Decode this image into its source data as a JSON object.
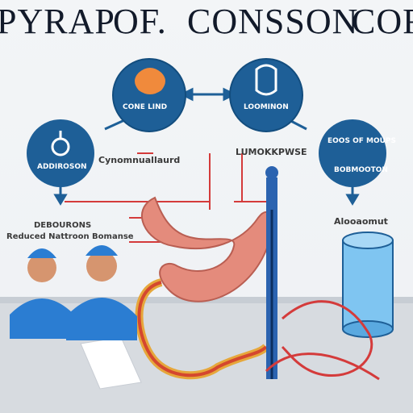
{
  "title": {
    "left": "PYRAP",
    "middle": "OF.",
    "right_main": "CONSSON",
    "right_end": "COR"
  },
  "nodes": {
    "top_left": {
      "caption": "CONE LIND"
    },
    "top_right": {
      "caption": "LOOMINON"
    },
    "mid_left": {
      "caption": "ADDIROSON"
    },
    "mid_right": {
      "caption": "EOOS OF MOUPS"
    },
    "right": {
      "caption": "BOBMOOTON"
    }
  },
  "labels": {
    "center_left": "Cynomnuallaurd",
    "center_right": "LUMOKKPWSE",
    "left_stack_1": "DEBOURONS",
    "left_stack_2": "Reduced Nattroon Bomanse",
    "right_single": "Alooaomut"
  },
  "colors": {
    "circle": "#1e5f97",
    "accent_red": "#d43b3b",
    "stomach": "#e48b7c",
    "tube": "#2b63b0"
  }
}
